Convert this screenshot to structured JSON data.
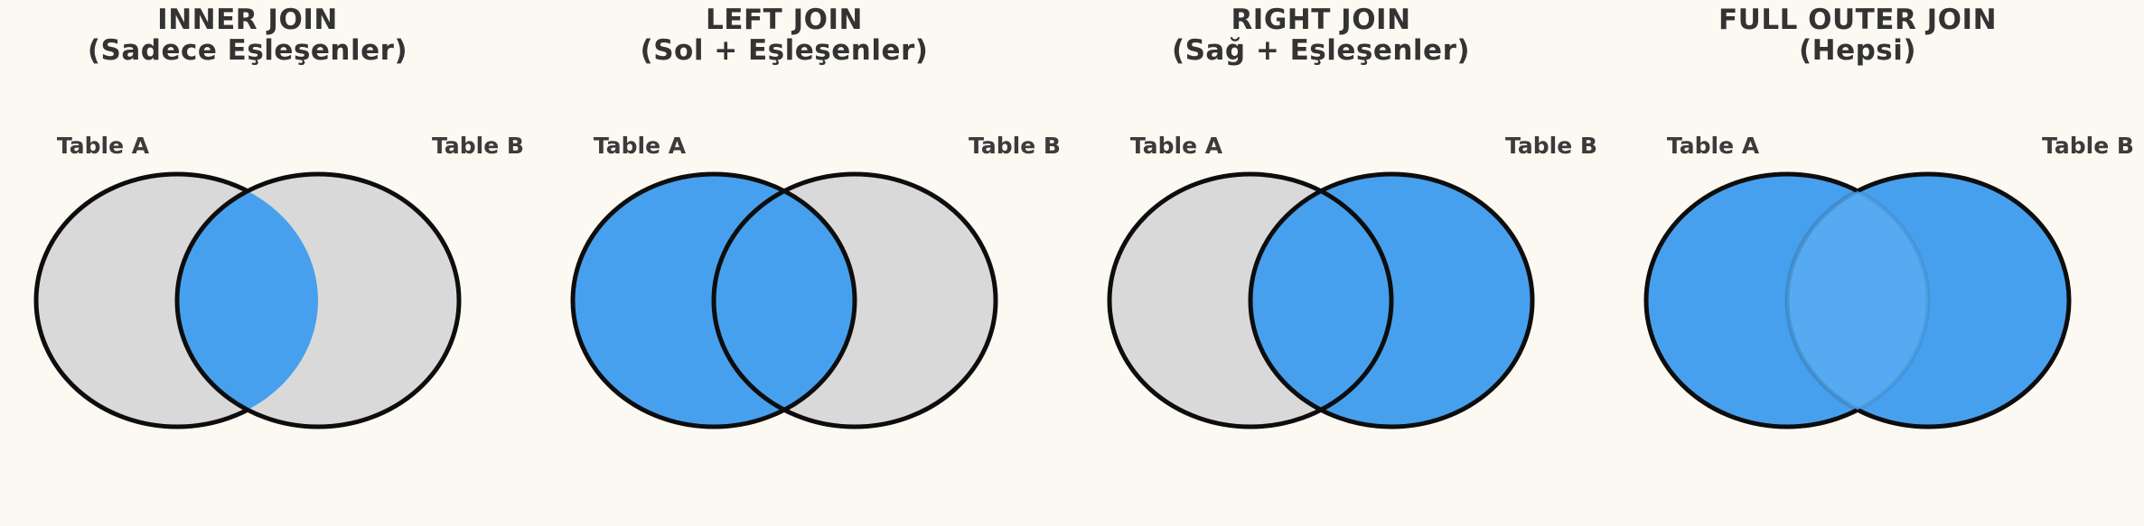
{
  "figure": {
    "description_visible_text_only": true,
    "background": "#FBF9F1"
  },
  "colors": {
    "background": "#FBF9F1",
    "circle_grey": "#D9D9D9",
    "circle_blue": "#47A0ED",
    "overlap_light_blue": "#56AAF1",
    "outline_black": "#0D0D0D",
    "title_text": "#333333",
    "label_text": "#3B3B3B"
  },
  "panels": [
    {
      "title": "INNER JOIN",
      "subtitle": "(Sadece Eşleşenler)",
      "left_label": "Table A",
      "right_label": "Table B",
      "variant": "inner",
      "highlighted_region": "intersection"
    },
    {
      "title": "LEFT JOIN",
      "subtitle": "(Sol + Eşleşenler)",
      "left_label": "Table A",
      "right_label": "Table B",
      "variant": "left",
      "highlighted_region": "left circle + intersection"
    },
    {
      "title": "RIGHT JOIN",
      "subtitle": "(Sağ + Eşleşenler)",
      "left_label": "Table A",
      "right_label": "Table B",
      "variant": "right",
      "highlighted_region": "right circle + intersection"
    },
    {
      "title": "FULL OUTER JOIN",
      "subtitle": "(Hepsi)",
      "left_label": "Table A",
      "right_label": "Table B",
      "variant": "full",
      "highlighted_region": "both circles"
    }
  ]
}
